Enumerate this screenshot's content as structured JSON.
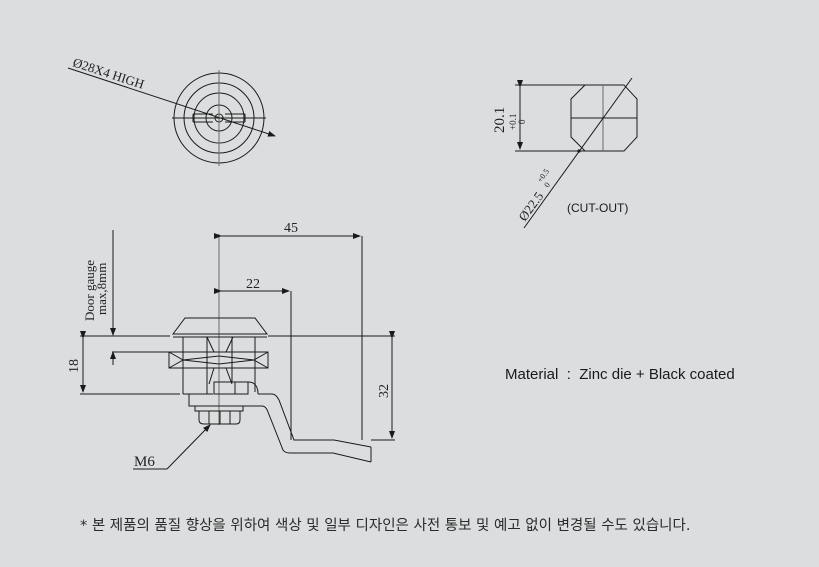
{
  "top_view": {
    "diameter_label": "Ø28X4 HIGH"
  },
  "cutout_view": {
    "height_value": "20.1",
    "height_tol_upper": "+0.1",
    "height_tol_lower": "0",
    "diameter_label": "Ø22.5",
    "diameter_tol_upper": "+0.5",
    "diameter_tol_lower": "0",
    "caption": "(CUT-OUT)"
  },
  "side_view": {
    "dim_overall_length": "45",
    "dim_cam_offset": "22",
    "dim_body_height": "18",
    "dim_cam_drop": "32",
    "door_gauge_line1": "Door gauge",
    "door_gauge_line2": "max,8mm",
    "thread_label": "M6"
  },
  "material": {
    "label": "Material",
    "separator": ":",
    "value": "Zinc die + Black coated"
  },
  "footnote": "* 본 제품의 품질 향상을 위하여 색상 및 일부 디자인은 사전 통보 및 예고 없이 변경될 수도 있습니다.",
  "colors": {
    "background": "#dcdddf",
    "line": "#1a1a1a"
  }
}
